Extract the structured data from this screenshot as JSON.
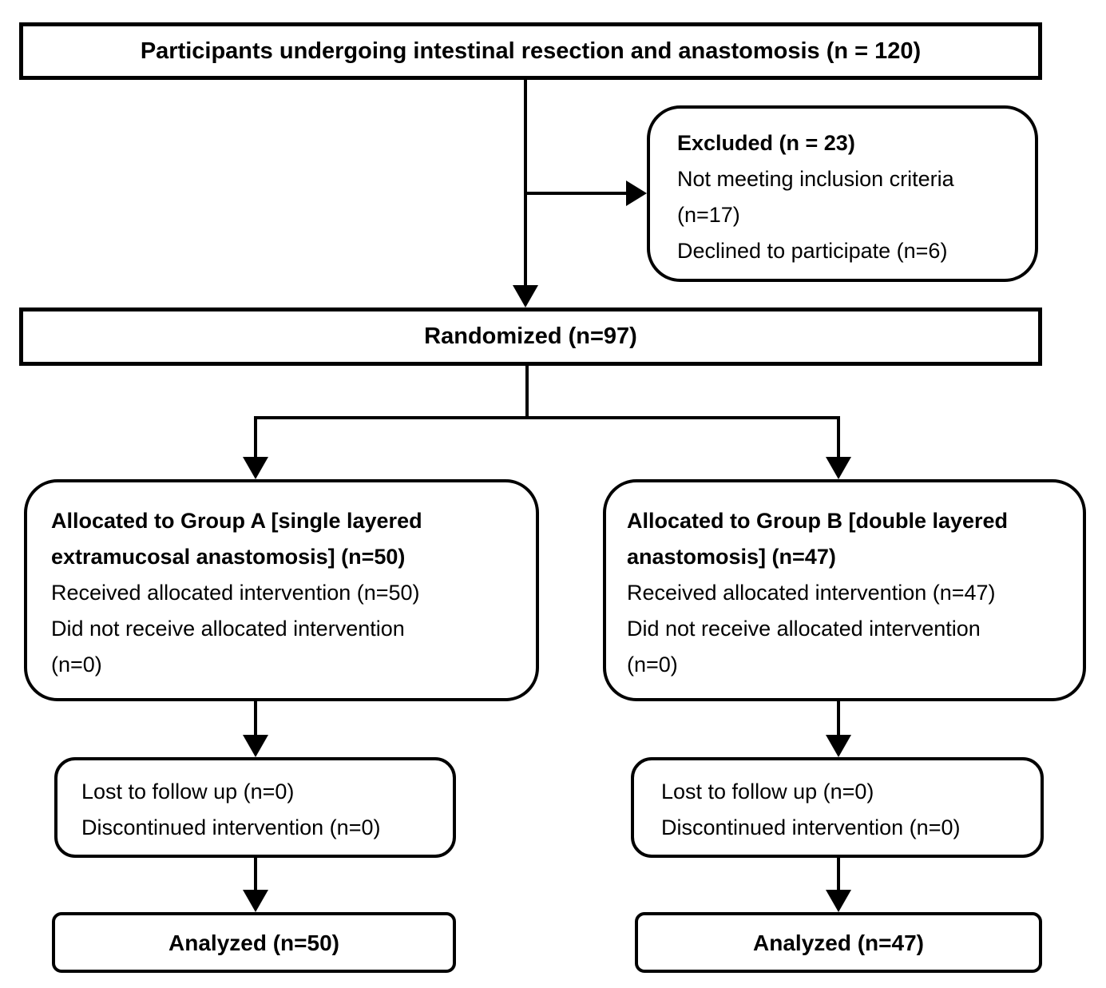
{
  "diagram": {
    "participants": {
      "label": "Participants undergoing intestinal resection and anastomosis (n = 120)"
    },
    "excluded": {
      "title": "Excluded (n = 23)",
      "reasons": [
        "Not meeting inclusion criteria (n=17)",
        "Declined to participate (n=6)"
      ]
    },
    "randomized": {
      "label": "Randomized (n=97)"
    },
    "allocation": {
      "group_a": {
        "title": "Allocated to Group A [single layered extramucosal anastomosis] (n=50)",
        "received": "Received allocated intervention (n=50)",
        "not_received": "Did not receive allocated intervention (n=0)"
      },
      "group_b": {
        "title": "Allocated to Group B [double layered anastomosis] (n=47)",
        "received": "Received allocated intervention (n=47)",
        "not_received": "Did not receive allocated intervention (n=0)"
      }
    },
    "followup": {
      "group_a": {
        "lost": "Lost to follow up (n=0)",
        "discontinued": "Discontinued intervention (n=0)"
      },
      "group_b": {
        "lost": "Lost to follow up (n=0)",
        "discontinued": "Discontinued intervention (n=0)"
      }
    },
    "analysis": {
      "group_a": {
        "label": "Analyzed (n=50)"
      },
      "group_b": {
        "label": "Analyzed (n=47)"
      }
    },
    "colors": {
      "border": "#000000",
      "background": "#ffffff",
      "text": "#000000"
    }
  }
}
